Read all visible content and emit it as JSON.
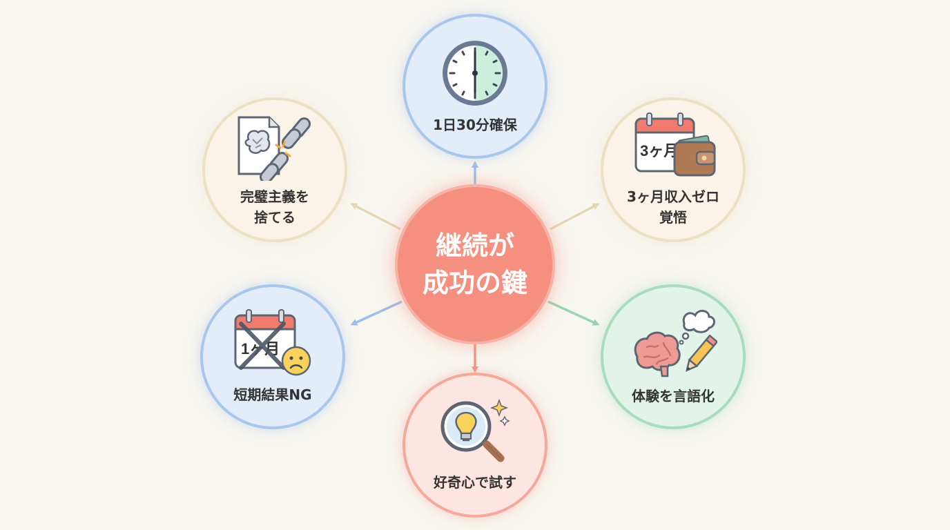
{
  "center": {
    "label": "継続が\n成功の鍵",
    "color": "#f58f80"
  },
  "nodes": [
    {
      "id": "time",
      "label": "1日30分確保",
      "icon": "clock-icon",
      "color": "#a9c6ec"
    },
    {
      "id": "income",
      "label": "3ヶ月収入ゼロ\n覚悟",
      "icon": "calendar-wallet-icon",
      "icon_text": "3ヶ月",
      "color": "#ece1c5"
    },
    {
      "id": "verbalize",
      "label": "体験を言語化",
      "icon": "brain-thought-icon",
      "color": "#a8dcbd"
    },
    {
      "id": "curiosity",
      "label": "好奇心で試す",
      "icon": "magnifier-lightbulb-icon",
      "color": "#f4a99d"
    },
    {
      "id": "short-term",
      "label": "短期結果NG",
      "icon": "crossed-calendar-icon",
      "icon_text": "1ヶ月",
      "color": "#a9c6ec"
    },
    {
      "id": "perfectionism",
      "label": "完璧主義を\n捨てる",
      "icon": "broken-chain-icon",
      "color": "#ece1c5"
    }
  ]
}
